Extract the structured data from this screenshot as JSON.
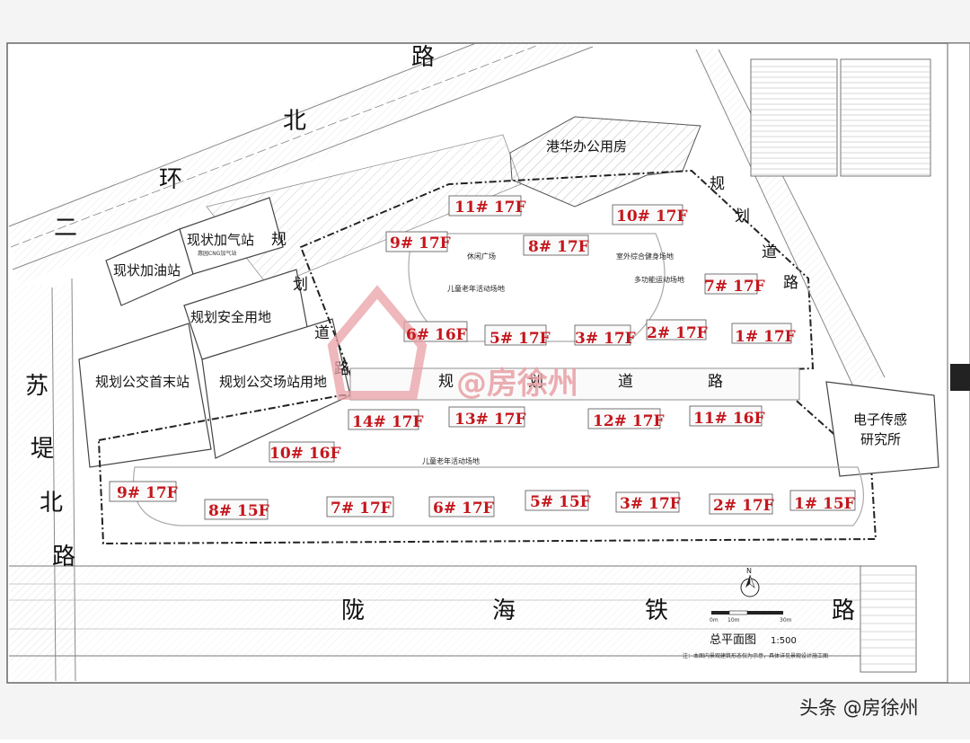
{
  "roads": {
    "north_ring_1": "路",
    "north_ring_2": "北",
    "north_ring_3": "环",
    "north_ring_4": "二",
    "planned_diag_1": "规",
    "planned_diag_2": "划",
    "planned_diag_3": "道",
    "planned_diag_4": "路",
    "east_road_1": "规",
    "east_road_2": "划",
    "east_road_3": "道",
    "east_road_4": "路",
    "planned_road_mid_1": "规",
    "planned_road_mid_2": "划",
    "planned_road_mid_3": "道",
    "planned_road_mid_4": "路",
    "west_road_1": "苏",
    "west_road_2": "堤",
    "west_road_3": "北",
    "west_road_4": "路",
    "railway_1": "陇",
    "railway_2": "海",
    "railway_3": "铁",
    "railway_4": "路"
  },
  "places": {
    "gas_station": "现状加油站",
    "cng_station": "现状加气站",
    "cng_sub": "惠园CNG加气站",
    "safety_land": "规划安全用地",
    "bus_terminal": "规划公交首末站",
    "bus_yard": "规划公交场站用地",
    "office": "港华办公用房",
    "sensor_institute_1": "电子传感",
    "sensor_institute_2": "研究所"
  },
  "north_buildings": [
    {
      "label": "11# 17F"
    },
    {
      "label": "10# 17F"
    },
    {
      "label": "9# 17F"
    },
    {
      "label": "8# 17F"
    },
    {
      "label": "7# 17F"
    },
    {
      "label": "6# 16F"
    },
    {
      "label": "5# 17F"
    },
    {
      "label": "3# 17F"
    },
    {
      "label": "2# 17F"
    },
    {
      "label": "1# 17F"
    }
  ],
  "south_buildings": [
    {
      "label": "14# 17F"
    },
    {
      "label": "13# 17F"
    },
    {
      "label": "12# 17F"
    },
    {
      "label": "11# 16F"
    },
    {
      "label": "10# 16F"
    },
    {
      "label": "9# 17F"
    },
    {
      "label": "8# 15F"
    },
    {
      "label": "7# 17F"
    },
    {
      "label": "6# 17F"
    },
    {
      "label": "5# 15F"
    },
    {
      "label": "3# 17F"
    },
    {
      "label": "2# 17F"
    },
    {
      "label": "1# 15F"
    }
  ],
  "site_labels": {
    "plaza": "休闲广场",
    "kids_area": "儿童老年活动场地",
    "fitness_area": "室外综合健身场地",
    "multi_sport": "多功能运动场地",
    "kids_area_south": "儿童老年活动场地"
  },
  "drawing": {
    "title": "总平面图",
    "scale": "1:500",
    "note": "注：本图内景观建筑形态仅为示意，具体详见景观设计施工图",
    "scale_ticks": [
      "0m",
      "10m",
      "30m"
    ]
  },
  "watermark": "@房徐州",
  "credit": "头条 @房徐州",
  "colors": {
    "building_label": "#c4161c",
    "watermark": "#e8a0a6"
  },
  "north_arrow": "N"
}
